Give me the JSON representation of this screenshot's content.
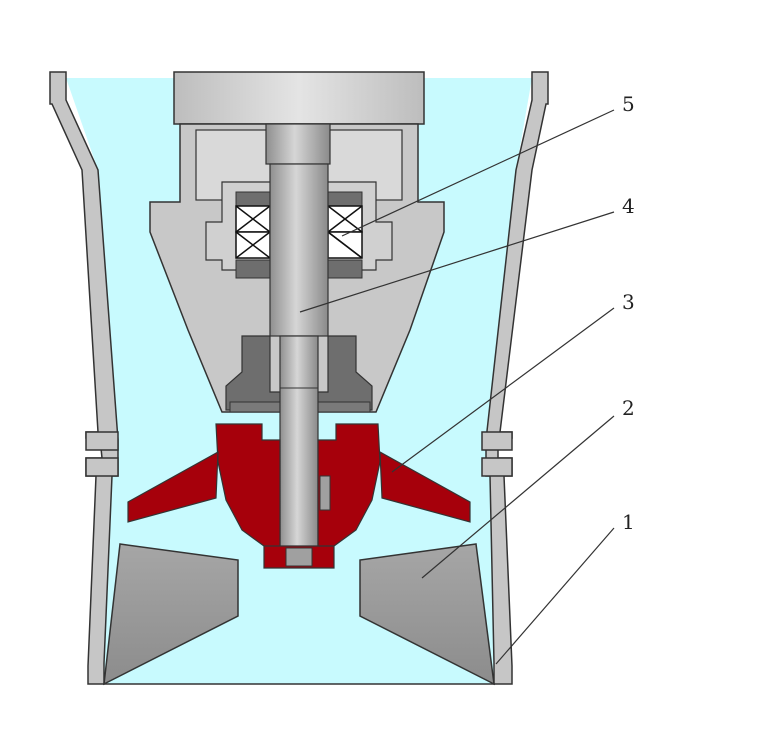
{
  "diagram": {
    "callouts": [
      {
        "id": "1",
        "label": "1",
        "part": "casing-bottom-foot"
      },
      {
        "id": "2",
        "label": "2",
        "part": "guide-vane"
      },
      {
        "id": "3",
        "label": "3",
        "part": "impeller"
      },
      {
        "id": "4",
        "label": "4",
        "part": "shaft"
      },
      {
        "id": "5",
        "label": "5",
        "part": "bearing"
      }
    ]
  },
  "colors": {
    "water": "#C8FAFE",
    "casing": "#C6C6C6",
    "housing": "#C8C8C8",
    "motor": "#D9D9D9",
    "shaft": "#B0B0B0",
    "dark_part": "#6E6E6E",
    "vane": "#9A9A9A",
    "impeller": "#A6000B",
    "outline": "#333333"
  }
}
